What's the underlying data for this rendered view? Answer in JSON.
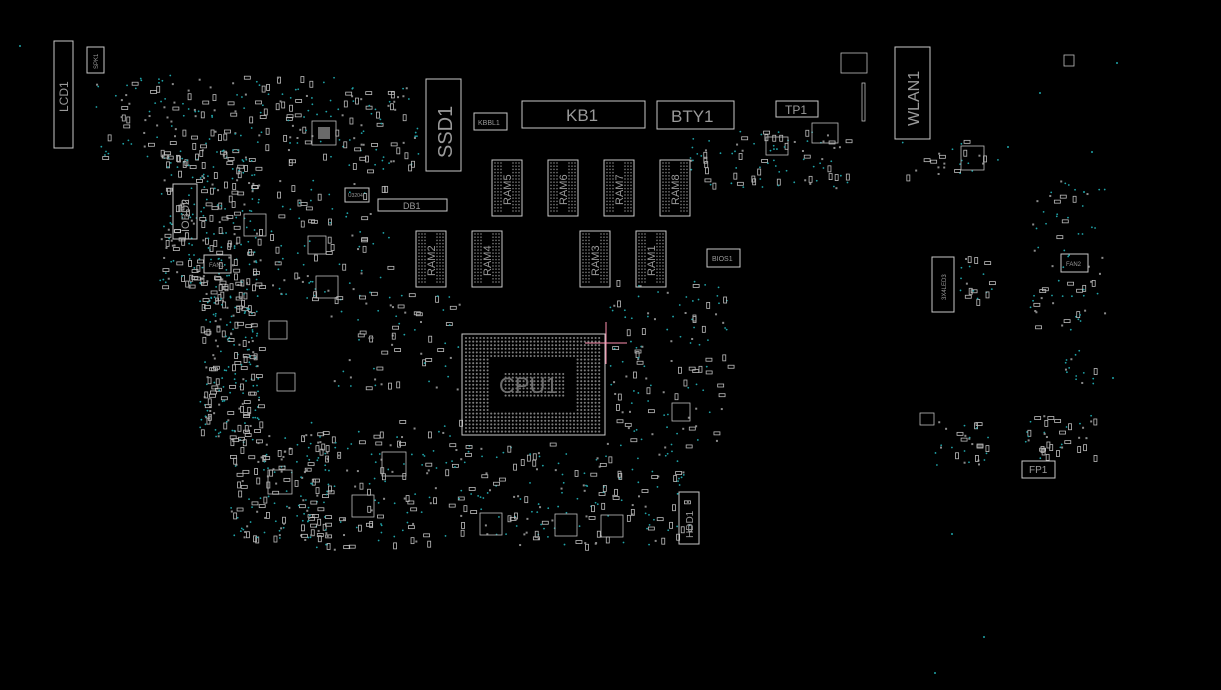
{
  "board": {
    "background": "#000000",
    "silkscreen_color": "#c8c8c8",
    "via_color": "#1fa3a8"
  },
  "components": {
    "lcd1": "LCD1",
    "spk1": "SPK1",
    "ssd1": "SSD1",
    "kbbl1": "KBBL1",
    "kb1": "KB1",
    "bty1": "BTY1",
    "tp1": "TP1",
    "wlan1": "WLAN1",
    "db1": "DB1",
    "iobd2": "IOBD2",
    "fan1": "FAN1",
    "fan2": "FAN2",
    "ram5": "RAM5",
    "ram6": "RAM6",
    "ram7": "RAM7",
    "ram8": "RAM8",
    "ram2": "RAM2",
    "ram4": "RAM4",
    "ram3": "RAM3",
    "ram1": "RAM1",
    "bios1": "BIOS1",
    "cpu1": "CPU1",
    "hdd1": "HDD1",
    "fp1": "FP1",
    "u3204": "U3204",
    "jcam": "3X4LED3"
  }
}
